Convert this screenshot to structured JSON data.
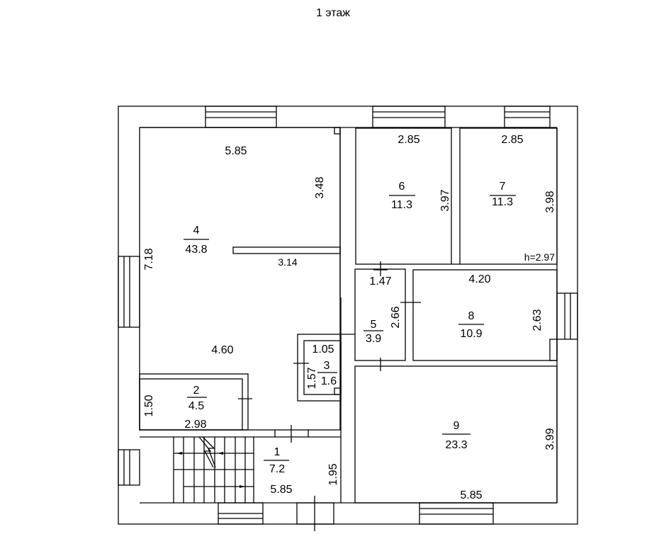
{
  "title": "1 этаж",
  "rooms": [
    {
      "number": "1",
      "area": "7.2"
    },
    {
      "number": "2",
      "area": "4.5"
    },
    {
      "number": "3",
      "area": "1.6"
    },
    {
      "number": "4",
      "area": "43.8"
    },
    {
      "number": "5",
      "area": "3.9"
    },
    {
      "number": "6",
      "area": "11.3"
    },
    {
      "number": "7",
      "area": "11.3"
    },
    {
      "number": "8",
      "area": "10.9"
    },
    {
      "number": "9",
      "area": "23.3"
    }
  ],
  "dimensions": {
    "r4_top": "5.85",
    "r4_right": "3.48",
    "r4_left": "7.18",
    "r4_partition": "3.14",
    "r4_bottom": "4.60",
    "r6_top": "2.85",
    "r6_right": "3.97",
    "r7_top": "2.85",
    "r7_right": "3.98",
    "ceiling_height": "h=2.97",
    "r5_top": "1.47",
    "r5_right": "2.66",
    "r8_top": "4.20",
    "r8_right": "2.63",
    "r3_top": "1.05",
    "r3_left": "1.57",
    "r2_left": "1.50",
    "r2_bottom": "2.98",
    "r1_bottom": "5.85",
    "r1_right": "1.95",
    "r9_bottom": "5.85",
    "r9_right": "3.99"
  }
}
